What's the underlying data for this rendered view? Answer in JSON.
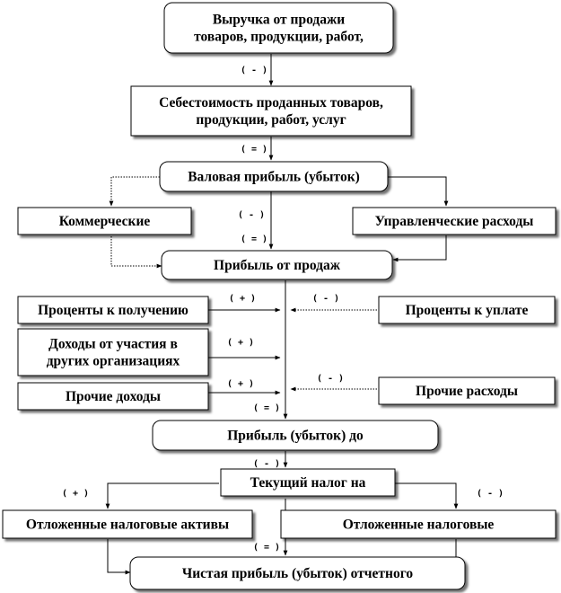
{
  "boxes": {
    "revenue": [
      "Выручка от продажи",
      "товаров, продукции, работ,"
    ],
    "cost": [
      "Себестоимость проданных товаров,",
      "продукции, работ, услуг"
    ],
    "gross": [
      "Валовая прибыль (убыток)"
    ],
    "commercial": [
      "Коммерческие"
    ],
    "management": [
      "Управленческие расходы"
    ],
    "sales_profit": [
      "Прибыль от продаж"
    ],
    "interest_in": [
      "Проценты к получению"
    ],
    "interest_out": [
      "Проценты к уплате"
    ],
    "participation": [
      "Доходы от участия в",
      "других организациях"
    ],
    "other_income": [
      "Прочие доходы"
    ],
    "other_expense": [
      "Прочие расходы"
    ],
    "pretax": [
      "Прибыль (убыток) до"
    ],
    "current_tax": [
      "Текущий налог на"
    ],
    "deferred_assets": [
      "Отложенные налоговые активы"
    ],
    "deferred_liab": [
      "Отложенные налоговые"
    ],
    "net": [
      "Чистая прибыль (убыток) отчетного"
    ]
  },
  "signs": {
    "minus": "( - )",
    "plus": "( + )",
    "equals": "( = )"
  }
}
